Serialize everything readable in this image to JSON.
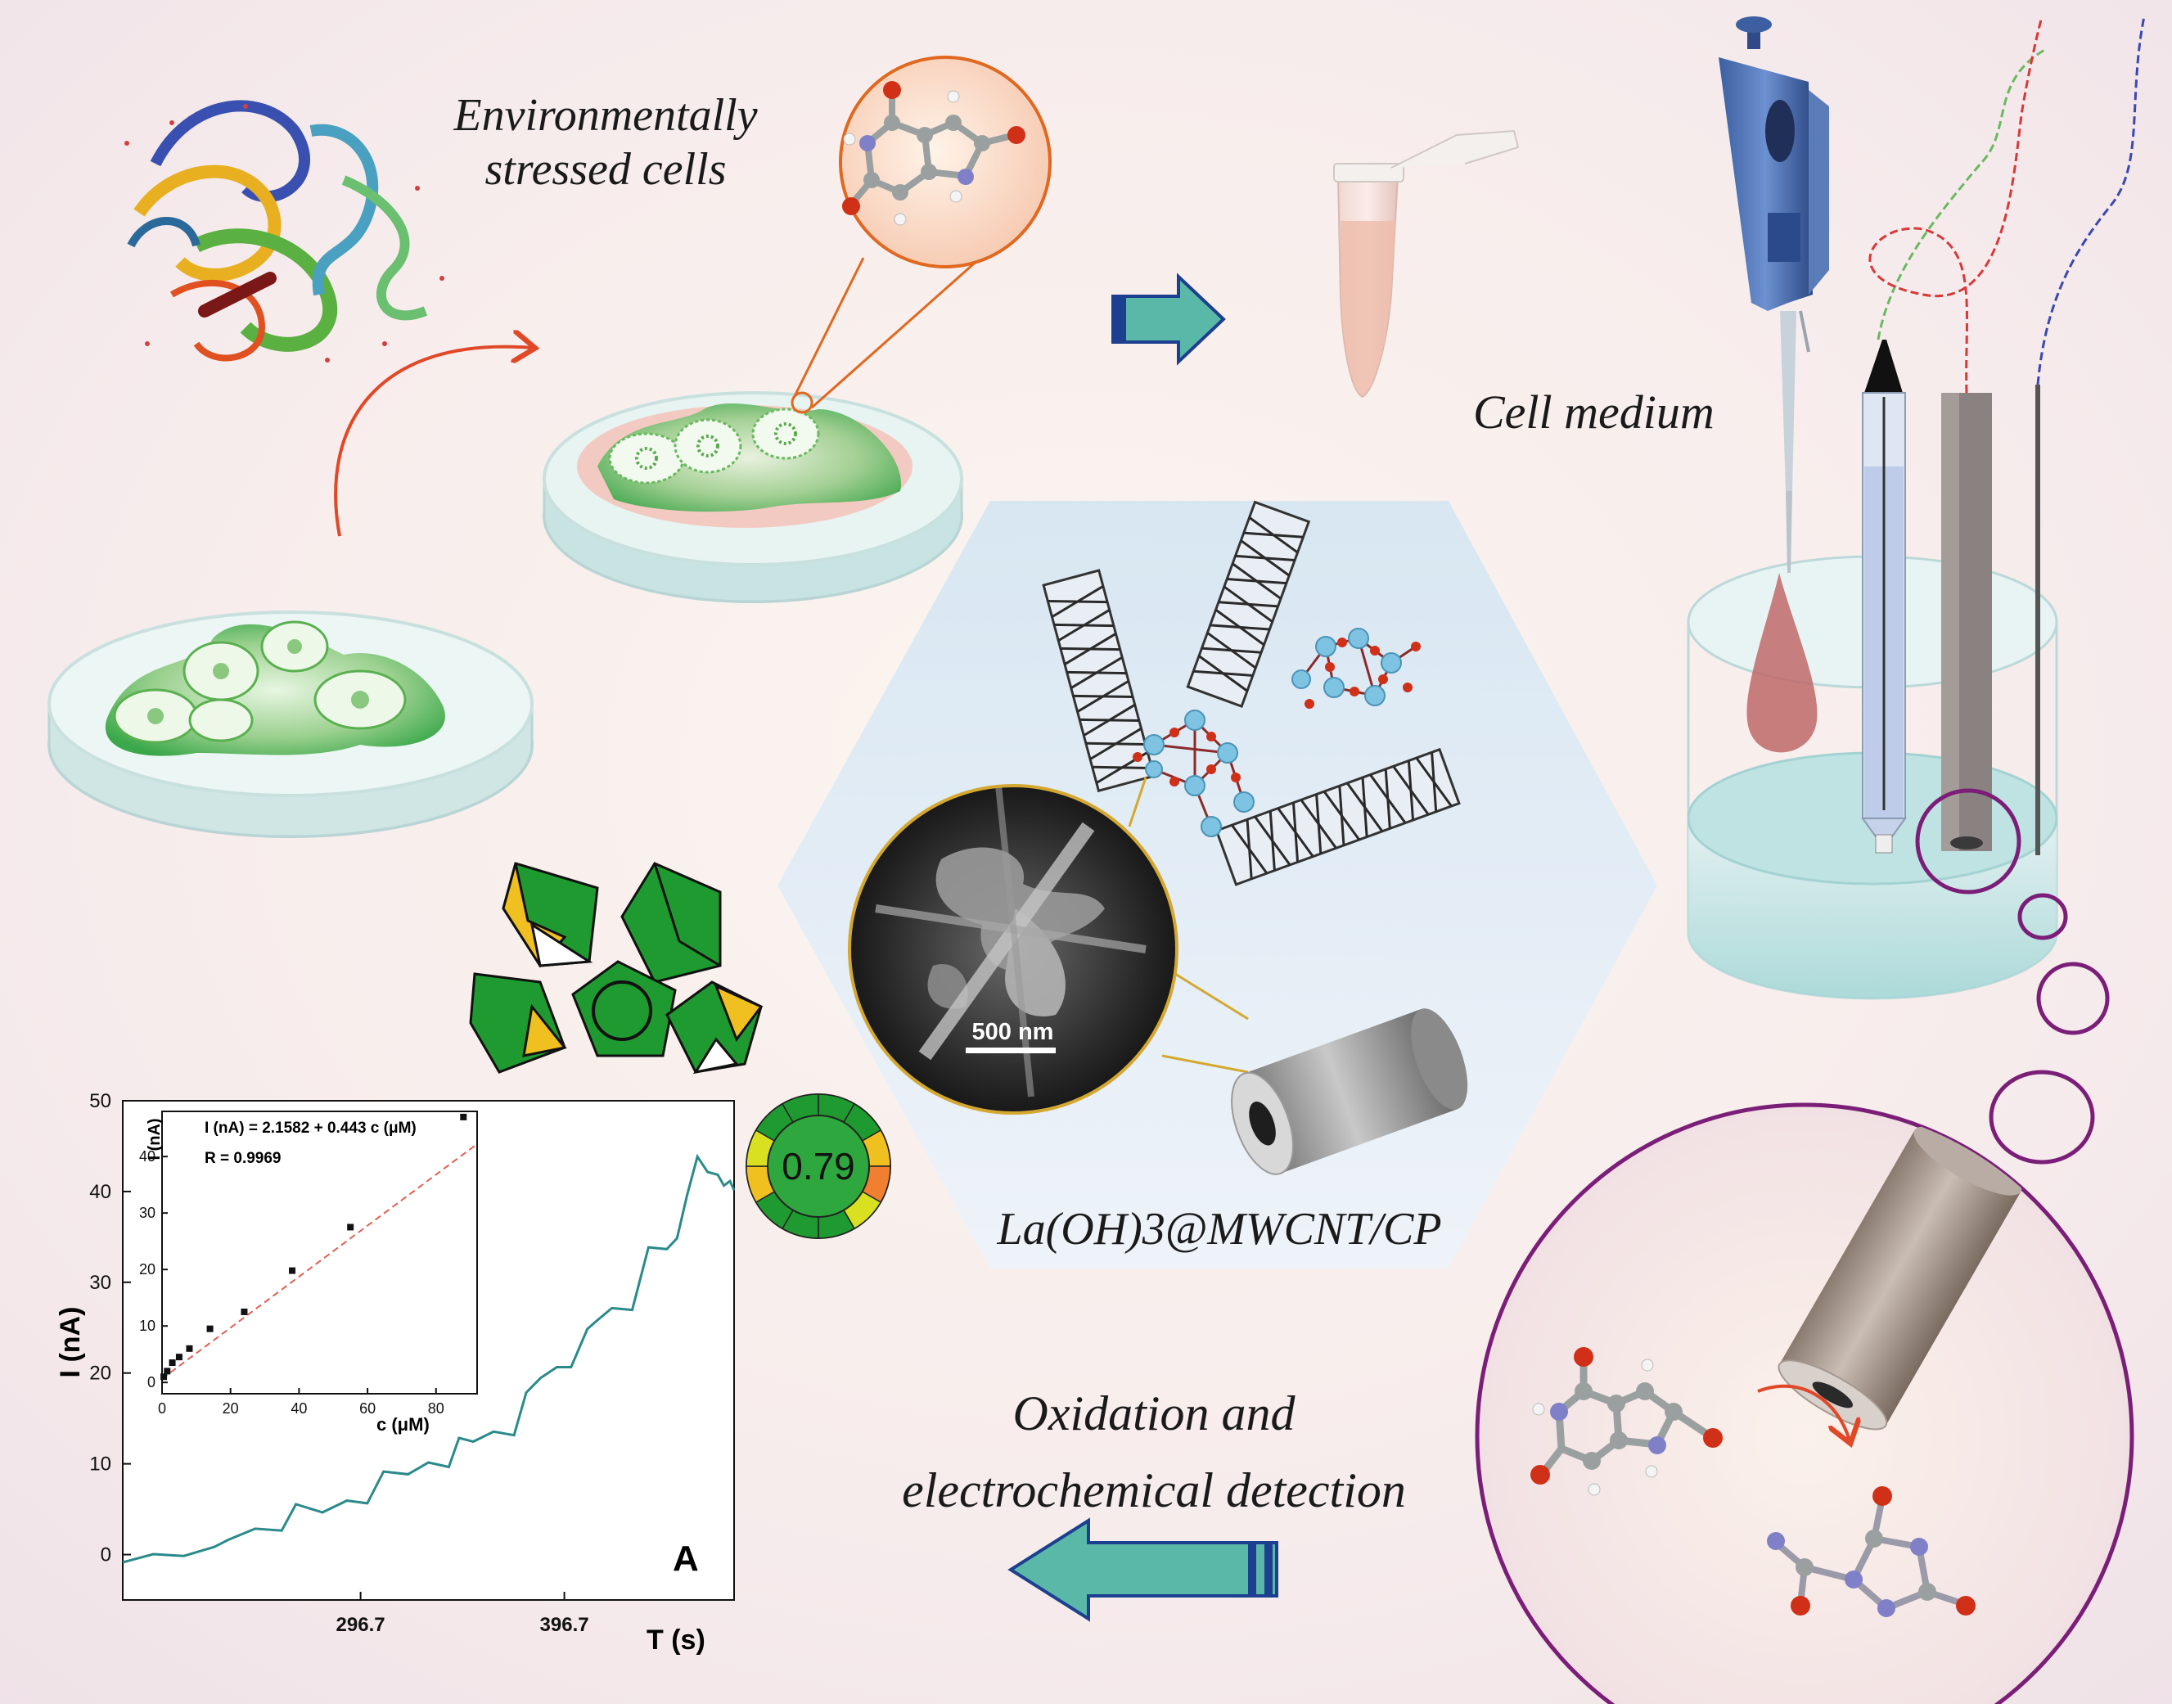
{
  "labels": {
    "stressed_cells_line1": "Environmentally",
    "stressed_cells_line2": "stressed cells",
    "cell_medium": "Cell medium",
    "electrode_material": "La(OH)3@MWCNT/CP",
    "detection_line1": "Oxidation and",
    "detection_line2": "electrochemical detection",
    "sem_scale": "500 nm"
  },
  "greenness_score": "0.79",
  "colors": {
    "arrow_fill": "#5ab8a8",
    "arrow_edge": "#1d3f8f",
    "trace": "#2a8a8a",
    "fit_line": "#e06050",
    "hex_bg": "#e3eef6",
    "cell_green": "#3aa84a",
    "o_atom": "#d03018",
    "n_atom": "#8080c8",
    "c_atom": "#9aa0a0",
    "purple": "#7a1e78"
  },
  "chart_data": [
    {
      "type": "line",
      "panel_label": "A",
      "xlabel": "T (s)",
      "ylabel": "I (nA)",
      "x_ticks": [
        296.7,
        396.7
      ],
      "y_ticks": [
        0,
        10,
        20,
        30,
        40,
        50
      ],
      "xlim": [
        180,
        480
      ],
      "ylim": [
        -5,
        50
      ],
      "series": [
        {
          "x": [
            180,
            195,
            210,
            225,
            232,
            245,
            258,
            265,
            278,
            290,
            300,
            308,
            320,
            330,
            340,
            345,
            352,
            362,
            372,
            378,
            385,
            393,
            400,
            408,
            412,
            420,
            430,
            438,
            447,
            452,
            457,
            462,
            467,
            472,
            475,
            478,
            480
          ],
          "y": [
            -0.5,
            -0.3,
            0.2,
            0.5,
            2.0,
            2.5,
            3.0,
            5.2,
            5.0,
            5.6,
            6.0,
            8.8,
            9.2,
            9.8,
            10.0,
            12.5,
            12.8,
            13.2,
            13.5,
            17.5,
            19.8,
            20.3,
            21.0,
            24.5,
            26.0,
            26.8,
            27.3,
            33.5,
            34.0,
            34.5,
            40.0,
            43.5,
            42.5,
            41.5,
            41.0,
            40.8,
            40.5
          ]
        }
      ]
    },
    {
      "type": "scatter",
      "role": "inset",
      "equation": "I (nA) = 2.1582 + 0.443 c (μM)",
      "r_value": "R = 0.9969",
      "xlabel": "c (μM)",
      "ylabel": "I (nA)",
      "x_ticks": [
        0,
        20,
        40,
        60,
        80
      ],
      "y_ticks": [
        0,
        10,
        20,
        30,
        40
      ],
      "xlim": [
        0,
        92
      ],
      "ylim": [
        -2,
        48
      ],
      "series": [
        {
          "x": [
            0.5,
            1.5,
            3,
            5,
            8,
            14,
            24,
            38,
            55,
            88
          ],
          "y": [
            1.0,
            2.0,
            3.5,
            4.5,
            6.0,
            9.5,
            12.5,
            19.8,
            27.5,
            47.0
          ]
        }
      ]
    }
  ]
}
